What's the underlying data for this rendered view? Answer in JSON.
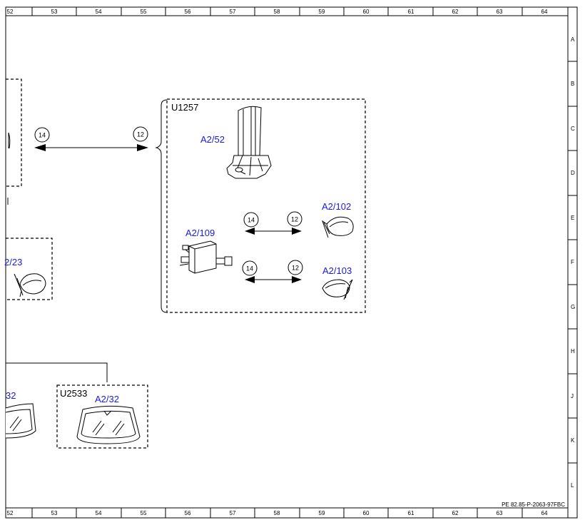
{
  "grid": {
    "columns": [
      "52",
      "53",
      "54",
      "55",
      "56",
      "57",
      "58",
      "59",
      "60",
      "61",
      "62",
      "63",
      "64"
    ],
    "rows": [
      "A",
      "B",
      "C",
      "D",
      "E",
      "F",
      "G",
      "H",
      "J",
      "K",
      "L"
    ]
  },
  "groups": {
    "u1257": "U1257",
    "u2533": "U2533"
  },
  "components": {
    "a2_52": "A2/52",
    "a2_109": "A2/109",
    "a2_102": "A2/102",
    "a2_103": "A2/103",
    "a2_32": "A2/32",
    "a2_23_partial": "2/23",
    "a2_32_partial": "32"
  },
  "connectors": {
    "left_pair": [
      "14",
      "12"
    ],
    "upper_pair": [
      "14",
      "12"
    ],
    "lower_pair": [
      "14",
      "12"
    ]
  },
  "footer": {
    "document_ref": "PE 82.85-P-2063-97FBC"
  },
  "colors": {
    "reference_text": "#1a1adc",
    "line": "#000000",
    "background": "#ffffff"
  }
}
